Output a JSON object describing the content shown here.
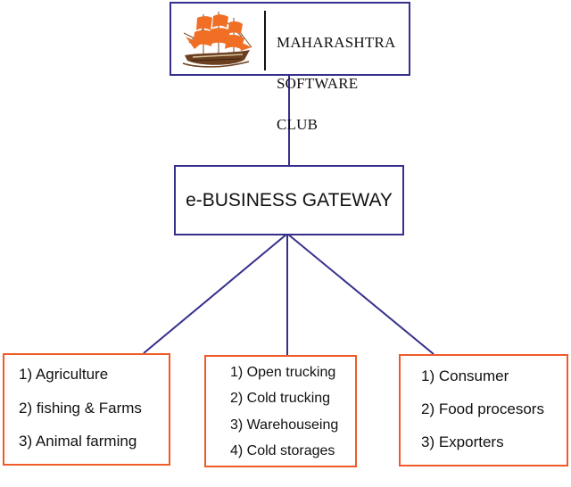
{
  "diagram": {
    "top_node": {
      "lines": [
        "MAHARASHTRA",
        "SOFTWARE",
        "CLUB"
      ],
      "logo_icon": "sailing-ship-icon"
    },
    "gateway_node": {
      "label": "e-BUSINESS GATEWAY"
    },
    "categories": [
      {
        "items": [
          "1) Agriculture",
          "2) fishing & Farms",
          "3) Animal farming"
        ]
      },
      {
        "items": [
          "1) Open trucking",
          "2) Cold trucking",
          "3) Warehouseing",
          "4) Cold storages"
        ]
      },
      {
        "items": [
          "1) Consumer",
          "2) Food procesors",
          "3) Exporters"
        ]
      }
    ],
    "colors": {
      "primary_border": "#35308c",
      "category_border": "#f05a28",
      "connector": "#35308c",
      "text": "#111111"
    }
  }
}
